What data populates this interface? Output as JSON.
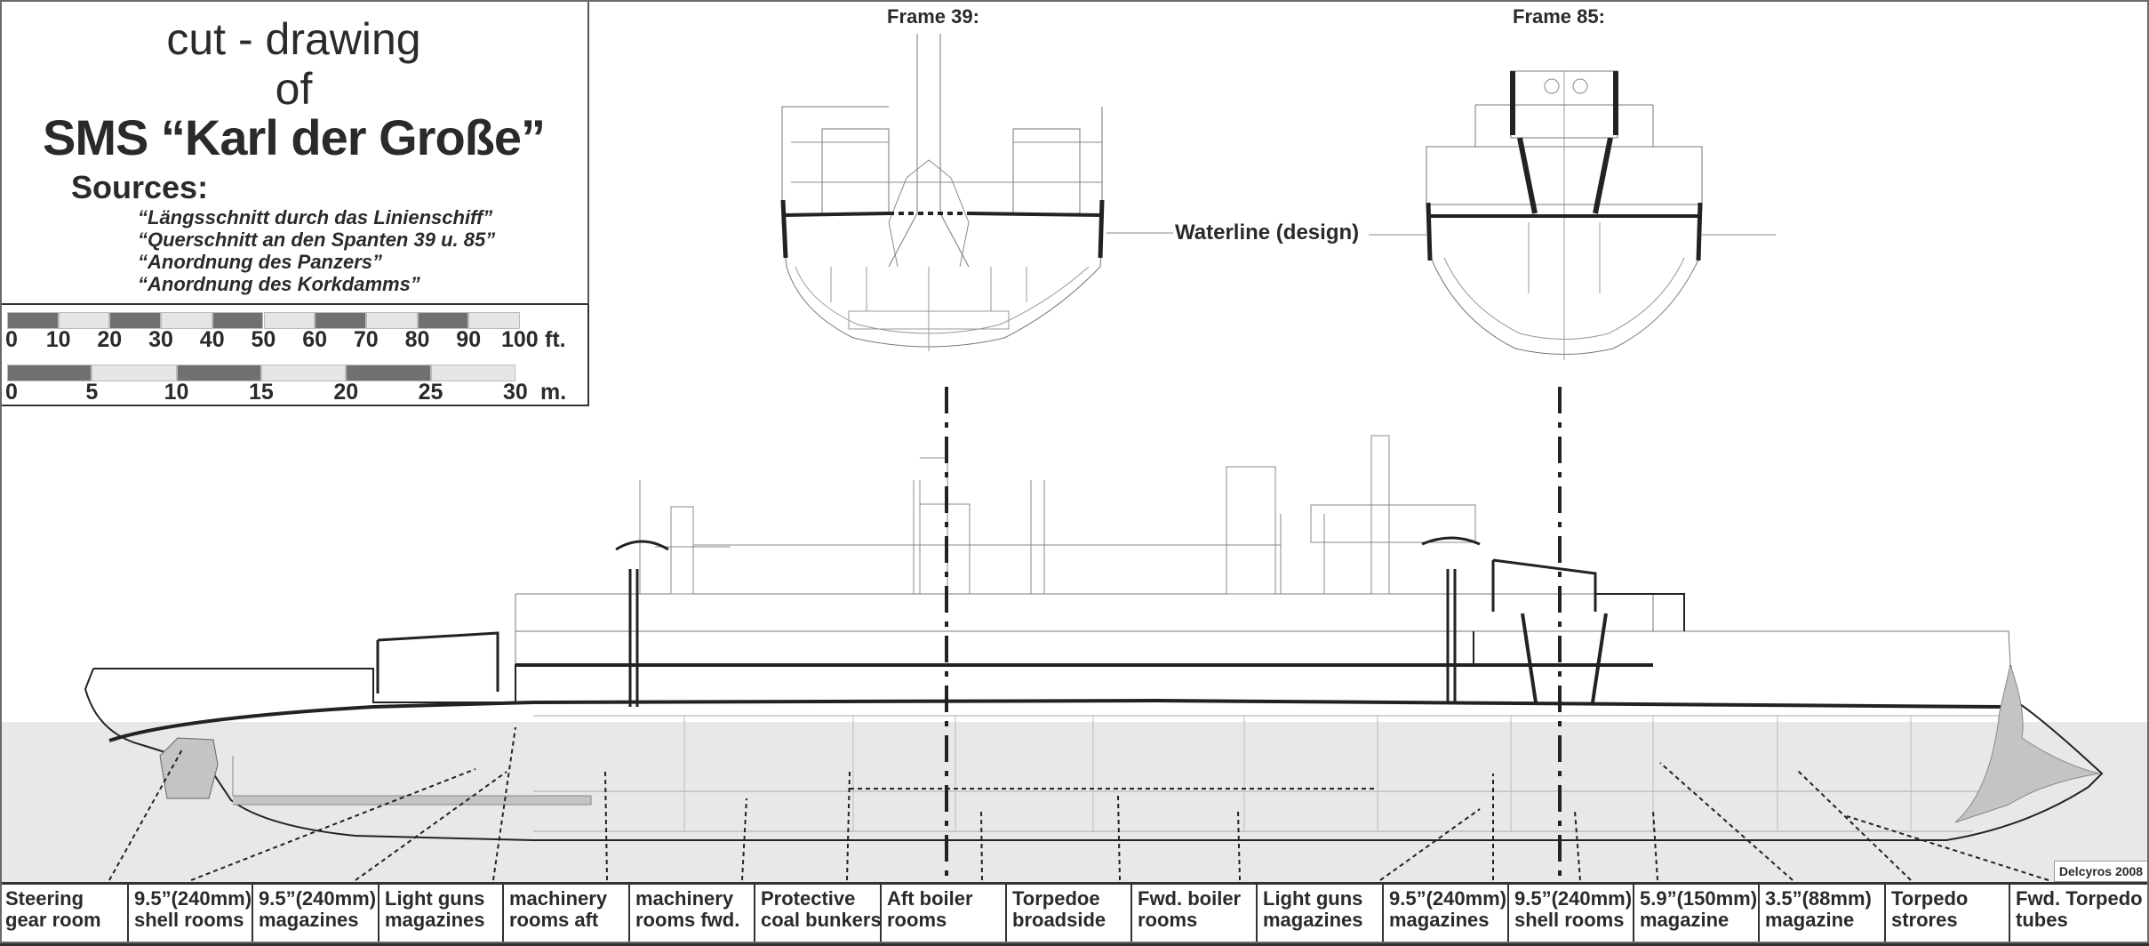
{
  "title": {
    "line1": "cut - drawing",
    "line2": "of",
    "line3": "SMS “Karl der Große”"
  },
  "sources": {
    "heading": "Sources:",
    "items": [
      "“Längsschnitt durch das Linienschiff”",
      "“Querschnitt an den Spanten 39 u. 85”",
      "“Anordnung des Panzers”",
      "“Anordnung des Korkdamms”"
    ]
  },
  "scales": {
    "feet": {
      "unit": "ft.",
      "ticks": [
        "0",
        "10",
        "20",
        "30",
        "40",
        "50",
        "60",
        "70",
        "80",
        "90",
        "100"
      ],
      "segment_colors": [
        "#707070",
        "#e6e6e6"
      ]
    },
    "meters": {
      "unit": "m.",
      "ticks": [
        "0",
        "5",
        "10",
        "15",
        "20",
        "25",
        "30"
      ],
      "segment_colors": [
        "#707070",
        "#e6e6e6"
      ]
    }
  },
  "sections": [
    {
      "label": "Frame 39:"
    },
    {
      "label": "Frame 85:"
    }
  ],
  "waterline_label": "Waterline (design)",
  "credit": "Delcyros 2008",
  "compartments": [
    {
      "line1": "Steering",
      "line2": "gear room"
    },
    {
      "line1": "9.5”(240mm)",
      "line2": "shell rooms"
    },
    {
      "line1": "9.5”(240mm)",
      "line2": "magazines"
    },
    {
      "line1": "Light guns",
      "line2": "magazines"
    },
    {
      "line1": "machinery",
      "line2": "rooms aft"
    },
    {
      "line1": "machinery",
      "line2": "rooms fwd."
    },
    {
      "line1": "Protective",
      "line2": "coal bunkers"
    },
    {
      "line1": "Aft boiler",
      "line2": "rooms"
    },
    {
      "line1": "Torpedoe",
      "line2": "broadside"
    },
    {
      "line1": "Fwd. boiler",
      "line2": "rooms"
    },
    {
      "line1": "Light guns",
      "line2": "magazines"
    },
    {
      "line1": "9.5”(240mm)",
      "line2": "magazines"
    },
    {
      "line1": "9.5”(240mm)",
      "line2": "shell rooms"
    },
    {
      "line1": "5.9”(150mm)",
      "line2": "magazine"
    },
    {
      "line1": "3.5”(88mm)",
      "line2": "magazine"
    },
    {
      "line1": "Torpedo",
      "line2": "strores"
    },
    {
      "line1": "Fwd. Torpedo",
      "line2": "tubes"
    }
  ],
  "colors": {
    "ink": "#2a2a2a",
    "water": "#e8e8e8",
    "armor_fill": "#c4c4c4",
    "scale_dark": "#707070",
    "scale_light": "#e6e6e6"
  }
}
